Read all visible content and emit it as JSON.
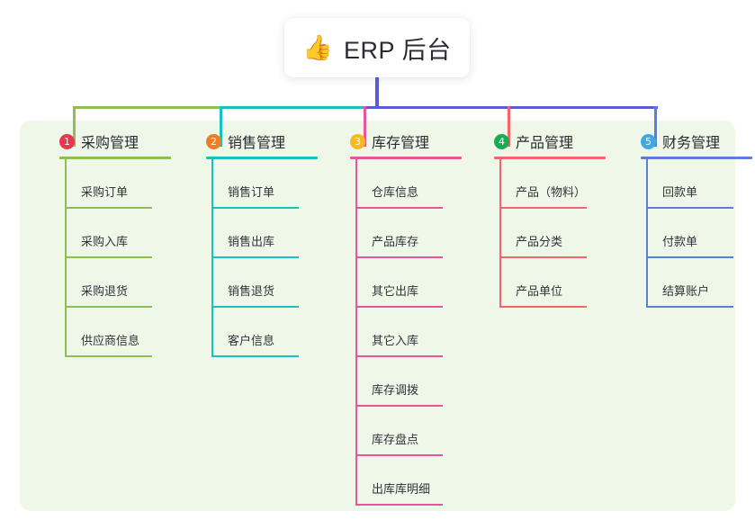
{
  "root": {
    "icon": "thumbs-up-icon",
    "emoji": "👍",
    "title": "ERP 后台"
  },
  "diagram": {
    "type": "mindmap",
    "panel_background": "#eef7e8",
    "page_background": "#ffffff",
    "root_connector_color": "#5b5bd6"
  },
  "columns": [
    {
      "index": "1",
      "badge_color": "#e8384f",
      "line_color": "#8cc152",
      "title": "采购管理",
      "items": [
        "采购订单",
        "采购入库",
        "采购退货",
        "供应商信息"
      ]
    },
    {
      "index": "2",
      "badge_color": "#f07d26",
      "line_color": "#16c2c2",
      "title": "销售管理",
      "items": [
        "销售订单",
        "销售出库",
        "销售退货",
        "客户信息"
      ]
    },
    {
      "index": "3",
      "badge_color": "#f5b921",
      "line_color": "#e8559b",
      "title": "库存管理",
      "items": [
        "仓库信息",
        "产品库存",
        "其它出库",
        "其它入库",
        "库存调拨",
        "库存盘点",
        "出库库明细"
      ]
    },
    {
      "index": "4",
      "badge_color": "#1bab54",
      "line_color": "#f4646a",
      "title": "产品管理",
      "items": [
        "产品（物料）",
        "产品分类",
        "产品单位"
      ]
    },
    {
      "index": "5",
      "badge_color": "#3fa9e8",
      "line_color": "#5b7fd6",
      "title": "财务管理",
      "items": [
        "回款单",
        "付款单",
        "结算账户"
      ]
    }
  ]
}
